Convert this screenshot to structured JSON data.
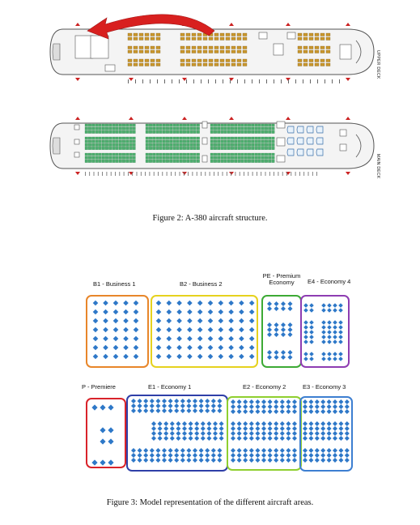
{
  "figure2": {
    "caption": "Figure 2: A-380 aircraft structure.",
    "upper_deck_label": "UPPER DECK",
    "main_deck_label": "MAIN DECK"
  },
  "figure3": {
    "caption": "Figure 3: Model representation of the different aircraft areas.",
    "areas": [
      {
        "id": "B1",
        "label": "B1 - Business 1",
        "color": "#e8862a"
      },
      {
        "id": "B2",
        "label": "B2 - Business 2",
        "color": "#e6d21e"
      },
      {
        "id": "PE",
        "label_line1": "PE - Premium",
        "label_line2": "Economy",
        "color": "#3daa35"
      },
      {
        "id": "E4",
        "label": "E4 - Economy 4",
        "color": "#8e3db2"
      },
      {
        "id": "P",
        "label": "P - Premiere",
        "color": "#d9232a"
      },
      {
        "id": "E1",
        "label": "E1 - Economy 1",
        "color": "#2f3fa8"
      },
      {
        "id": "E2",
        "label": "E2 - Economy 2",
        "color": "#8fcf2f"
      },
      {
        "id": "E3",
        "label": "E3 - Economy 3",
        "color": "#3d7fd1"
      }
    ],
    "seat_color": "#2e78c8"
  },
  "colors": {
    "fuselage": "#f4f4f4",
    "outline": "#555555",
    "business_seat": "#c9962c",
    "economy_seat": "#4caf6e",
    "arrow_red": "#d8201f",
    "door_arrow": "#cc2222"
  }
}
